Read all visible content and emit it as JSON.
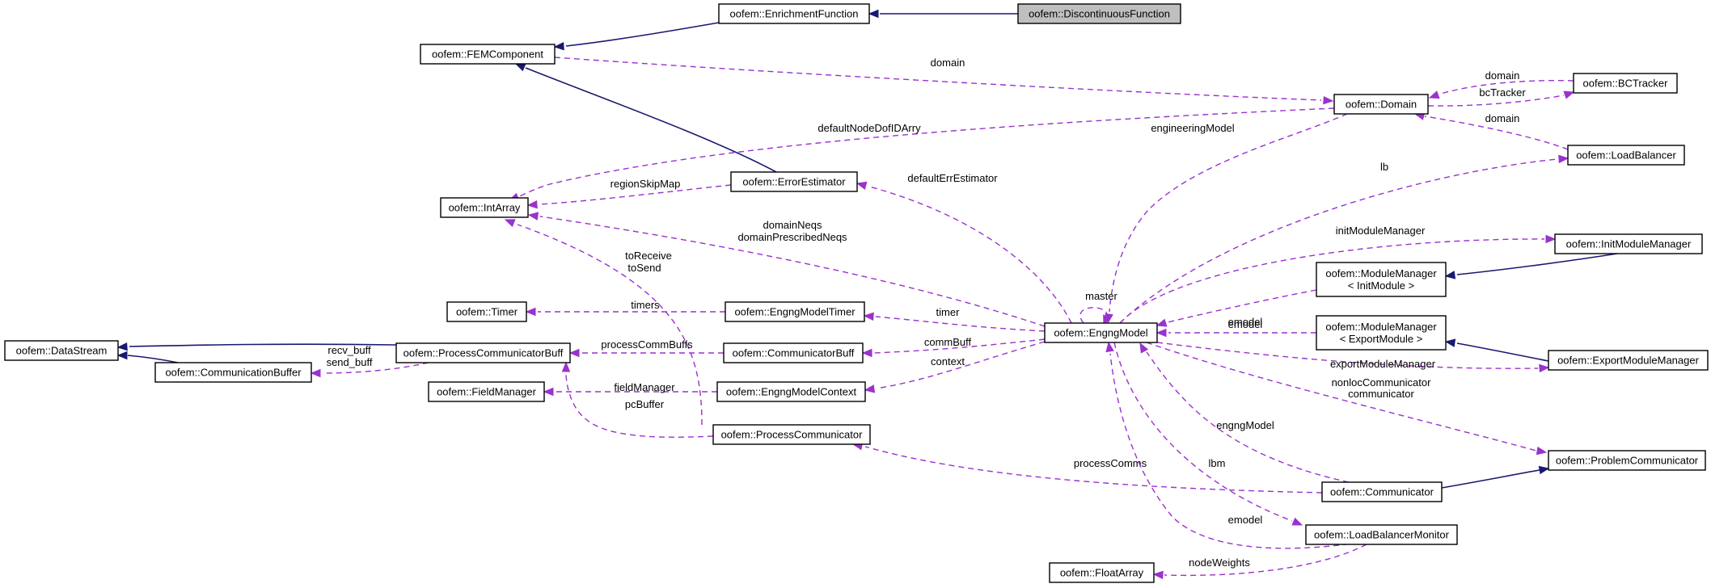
{
  "nodes": [
    {
      "id": "discfn",
      "label": [
        "oofem::DiscontinuousFunction"
      ],
      "focus": true
    },
    {
      "id": "enrich",
      "label": [
        "oofem::EnrichmentFunction"
      ]
    },
    {
      "id": "femcomp",
      "label": [
        "oofem::FEMComponent"
      ]
    },
    {
      "id": "domain",
      "label": [
        "oofem::Domain"
      ]
    },
    {
      "id": "bctracker",
      "label": [
        "oofem::BCTracker"
      ]
    },
    {
      "id": "loadbal",
      "label": [
        "oofem::LoadBalancer"
      ]
    },
    {
      "id": "interr",
      "label": [
        "oofem::IntArray"
      ]
    },
    {
      "id": "errest",
      "label": [
        "oofem::ErrorEstimator"
      ]
    },
    {
      "id": "initmm",
      "label": [
        "oofem::InitModuleManager"
      ]
    },
    {
      "id": "mminit",
      "label": [
        "oofem::ModuleManager",
        "< InitModule >"
      ]
    },
    {
      "id": "timer",
      "label": [
        "oofem::Timer"
      ]
    },
    {
      "id": "emtimer",
      "label": [
        "oofem::EngngModelTimer"
      ]
    },
    {
      "id": "engng",
      "label": [
        "oofem::EngngModel"
      ]
    },
    {
      "id": "mmexport",
      "label": [
        "oofem::ModuleManager",
        "< ExportModule >"
      ]
    },
    {
      "id": "exportmm",
      "label": [
        "oofem::ExportModuleManager"
      ]
    },
    {
      "id": "datastream",
      "label": [
        "oofem::DataStream"
      ]
    },
    {
      "id": "pcbuff",
      "label": [
        "oofem::ProcessCommunicatorBuff"
      ]
    },
    {
      "id": "commbuff",
      "label": [
        "oofem::CommunicatorBuff"
      ]
    },
    {
      "id": "combuffer",
      "label": [
        "oofem::CommunicationBuffer"
      ]
    },
    {
      "id": "fieldmgr",
      "label": [
        "oofem::FieldManager"
      ]
    },
    {
      "id": "emcontext",
      "label": [
        "oofem::EngngModelContext"
      ]
    },
    {
      "id": "proccomm",
      "label": [
        "oofem::ProcessCommunicator"
      ]
    },
    {
      "id": "probcomm",
      "label": [
        "oofem::ProblemCommunicator"
      ]
    },
    {
      "id": "communicator",
      "label": [
        "oofem::Communicator"
      ]
    },
    {
      "id": "lbmonitor",
      "label": [
        "oofem::LoadBalancerMonitor"
      ]
    },
    {
      "id": "floatarr",
      "label": [
        "oofem::FloatArray"
      ]
    }
  ],
  "edges": [
    {
      "id": "e-enrich-discfn",
      "kind": "inherit",
      "labels": []
    },
    {
      "id": "e-femcomp-enrich",
      "kind": "inherit",
      "labels": []
    },
    {
      "id": "e-femcomp-errest",
      "kind": "inherit",
      "labels": []
    },
    {
      "id": "e-domain-femcomp",
      "kind": "use",
      "labels": [
        "domain"
      ]
    },
    {
      "id": "e-domain-bctracker",
      "kind": "use",
      "labels": [
        "domain"
      ]
    },
    {
      "id": "e-bctracker-domain",
      "kind": "use",
      "labels": [
        "bcTracker"
      ]
    },
    {
      "id": "e-domain-loadbal",
      "kind": "use",
      "labels": [
        "domain"
      ]
    },
    {
      "id": "e-interr-domain",
      "kind": "use",
      "labels": [
        "defaultNodeDofIDArry"
      ]
    },
    {
      "id": "e-interr-errest",
      "kind": "use",
      "labels": [
        "regionSkipMap"
      ]
    },
    {
      "id": "e-engng-domain",
      "kind": "use",
      "labels": [
        "engineeringModel"
      ]
    },
    {
      "id": "e-errest-engng",
      "kind": "use",
      "labels": [
        "defaultErrEstimator"
      ]
    },
    {
      "id": "e-loadbal-engng",
      "kind": "use",
      "labels": [
        "lb"
      ]
    },
    {
      "id": "e-interr-engng",
      "kind": "use",
      "labels": [
        "domainNeqs",
        "domainPrescribedNeqs"
      ]
    },
    {
      "id": "e-interr-proccomm",
      "kind": "use",
      "labels": [
        "toReceive",
        "toSend"
      ]
    },
    {
      "id": "e-initmm-engng",
      "kind": "use",
      "labels": [
        "initModuleManager"
      ]
    },
    {
      "id": "e-mminit-initmm",
      "kind": "inherit",
      "labels": []
    },
    {
      "id": "e-engng-mminit",
      "kind": "use",
      "labels": [
        "emodel"
      ]
    },
    {
      "id": "e-engng-self",
      "kind": "use",
      "labels": [
        "master"
      ]
    },
    {
      "id": "e-timer-emtimer",
      "kind": "use",
      "labels": [
        "timers"
      ]
    },
    {
      "id": "e-emtimer-engng",
      "kind": "use",
      "labels": [
        "timer"
      ]
    },
    {
      "id": "e-engng-mmexport",
      "kind": "use",
      "labels": [
        "emodel"
      ]
    },
    {
      "id": "e-mmexport-exportmm",
      "kind": "inherit",
      "labels": []
    },
    {
      "id": "e-datastream-pcbuff",
      "kind": "inherit",
      "labels": []
    },
    {
      "id": "e-datastream-combuffer",
      "kind": "inherit",
      "labels": []
    },
    {
      "id": "e-combuffer-pcbuff",
      "kind": "use",
      "labels": [
        "recv_buff",
        "send_buff"
      ]
    },
    {
      "id": "e-pcbuff-commbuff",
      "kind": "use",
      "labels": [
        "processCommBuffs"
      ]
    },
    {
      "id": "e-commbuff-engng",
      "kind": "use",
      "labels": [
        "commBuff"
      ]
    },
    {
      "id": "e-exportmm-engng",
      "kind": "use",
      "labels": [
        "exportModuleManager"
      ]
    },
    {
      "id": "e-fieldmgr-emcontext",
      "kind": "use",
      "labels": [
        "fieldManager"
      ]
    },
    {
      "id": "e-emcontext-engng",
      "kind": "use",
      "labels": [
        "context"
      ]
    },
    {
      "id": "e-pcbuff-proccomm",
      "kind": "use",
      "labels": [
        "pcBuffer"
      ]
    },
    {
      "id": "e-probcomm-engng",
      "kind": "use",
      "labels": [
        "nonlocCommunicator",
        "communicator"
      ]
    },
    {
      "id": "e-communicator-probcomm",
      "kind": "inherit",
      "labels": []
    },
    {
      "id": "e-engng-communicator",
      "kind": "use",
      "labels": [
        "engngModel"
      ]
    },
    {
      "id": "e-proccomm-communicator",
      "kind": "use",
      "labels": [
        "processComms"
      ]
    },
    {
      "id": "e-lbmonitor-engng",
      "kind": "use",
      "labels": [
        "lbm"
      ]
    },
    {
      "id": "e-engng-lbmonitor",
      "kind": "use",
      "labels": [
        "emodel"
      ]
    },
    {
      "id": "e-floatarr-lbmonitor",
      "kind": "use",
      "labels": [
        "nodeWeights"
      ]
    }
  ]
}
